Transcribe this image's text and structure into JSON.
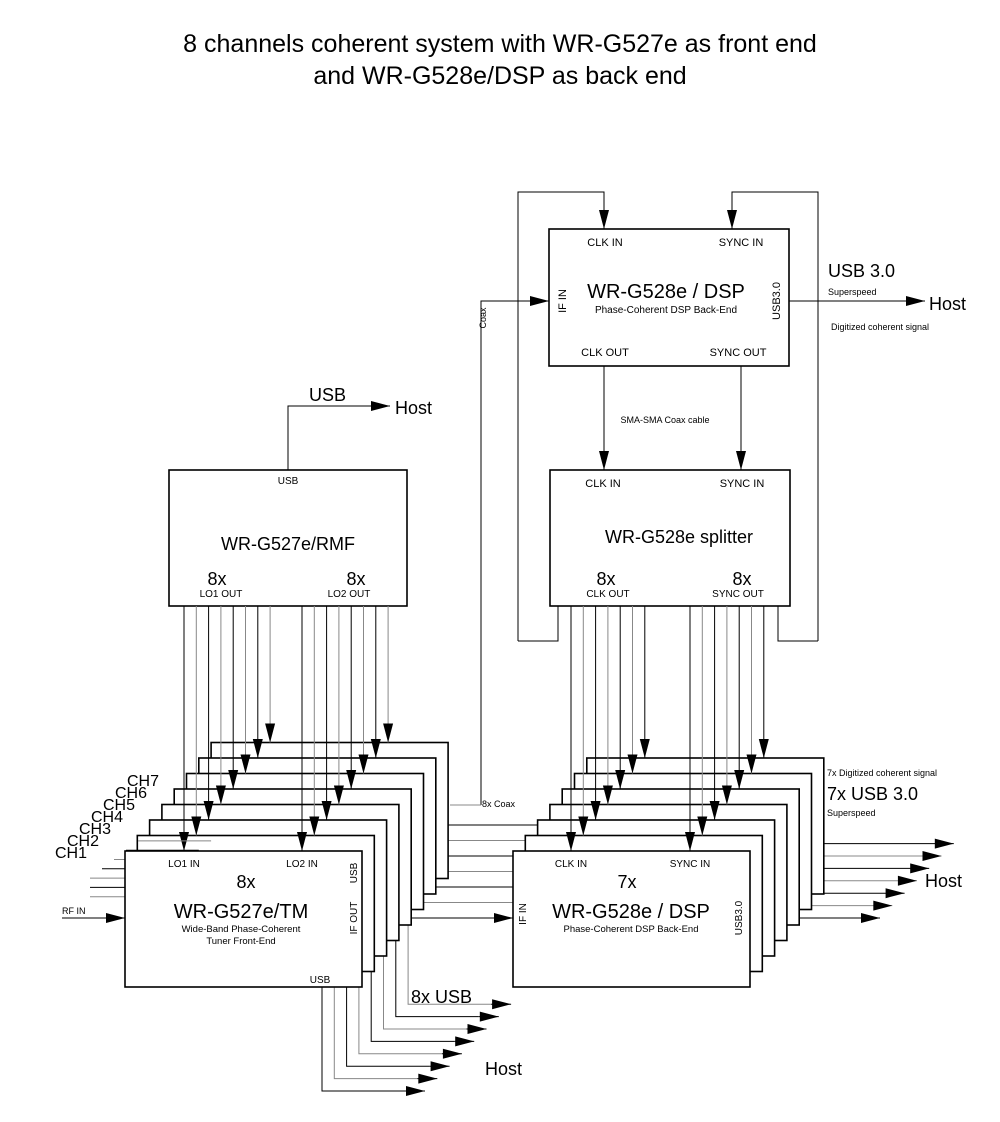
{
  "title": {
    "line1": "8 channels coherent system with WR-G527e as front end",
    "line2": "and WR-G528e/DSP as back end"
  },
  "dsp_master": {
    "name": "WR-G528e / DSP",
    "subtitle": "Phase-Coherent DSP Back-End",
    "clk_in": "CLK IN",
    "sync_in": "SYNC IN",
    "if_in": "IF IN",
    "usb_port": "USB3.0",
    "clk_out": "CLK OUT",
    "sync_out": "SYNC OUT",
    "usb_label": "USB 3.0",
    "usb_speed": "Superspeed",
    "host": "Host",
    "signal_note": "Digitized coherent signal",
    "coax_label": "Coax"
  },
  "cable_label": "SMA-SMA Coax cable",
  "splitter": {
    "name": "WR-G528e splitter",
    "clk_in": "CLK IN",
    "sync_in": "SYNC IN",
    "clk_count": "8x",
    "clk_out": "CLK OUT",
    "sync_count": "8x",
    "sync_out": "SYNC OUT"
  },
  "rmf": {
    "name": "WR-G527e/RMF",
    "usb_port": "USB",
    "usb_label": "USB",
    "host": "Host",
    "lo1_count": "8x",
    "lo1_out": "LO1 OUT",
    "lo2_count": "8x",
    "lo2_out": "LO2 OUT"
  },
  "tuner": {
    "count": "8x",
    "name": "WR-G527e/TM",
    "subtitle1": "Wide-Band Phase-Coherent",
    "subtitle2": "Tuner Front-End",
    "lo1_in": "LO1 IN",
    "lo2_in": "LO2 IN",
    "usb_side": "USB",
    "if_out": "IF OUT",
    "usb_bottom": "USB",
    "rf_in": "RF IN",
    "channels": [
      "CH1",
      "CH2",
      "CH3",
      "CH4",
      "CH5",
      "CH6",
      "CH7"
    ],
    "usb_bundle_label": "8x USB",
    "host": "Host"
  },
  "coax_bundle_label": "8x Coax",
  "dsp_slaves": {
    "count": "7x",
    "name": "WR-G528e / DSP",
    "subtitle": "Phase-Coherent DSP Back-End",
    "clk_in": "CLK IN",
    "sync_in": "SYNC IN",
    "if_in": "IF IN",
    "usb_port": "USB3.0",
    "signal_note": "7x Digitized coherent signal",
    "usb_label": "7x USB 3.0",
    "usb_speed": "Superspeed",
    "host": "Host"
  }
}
